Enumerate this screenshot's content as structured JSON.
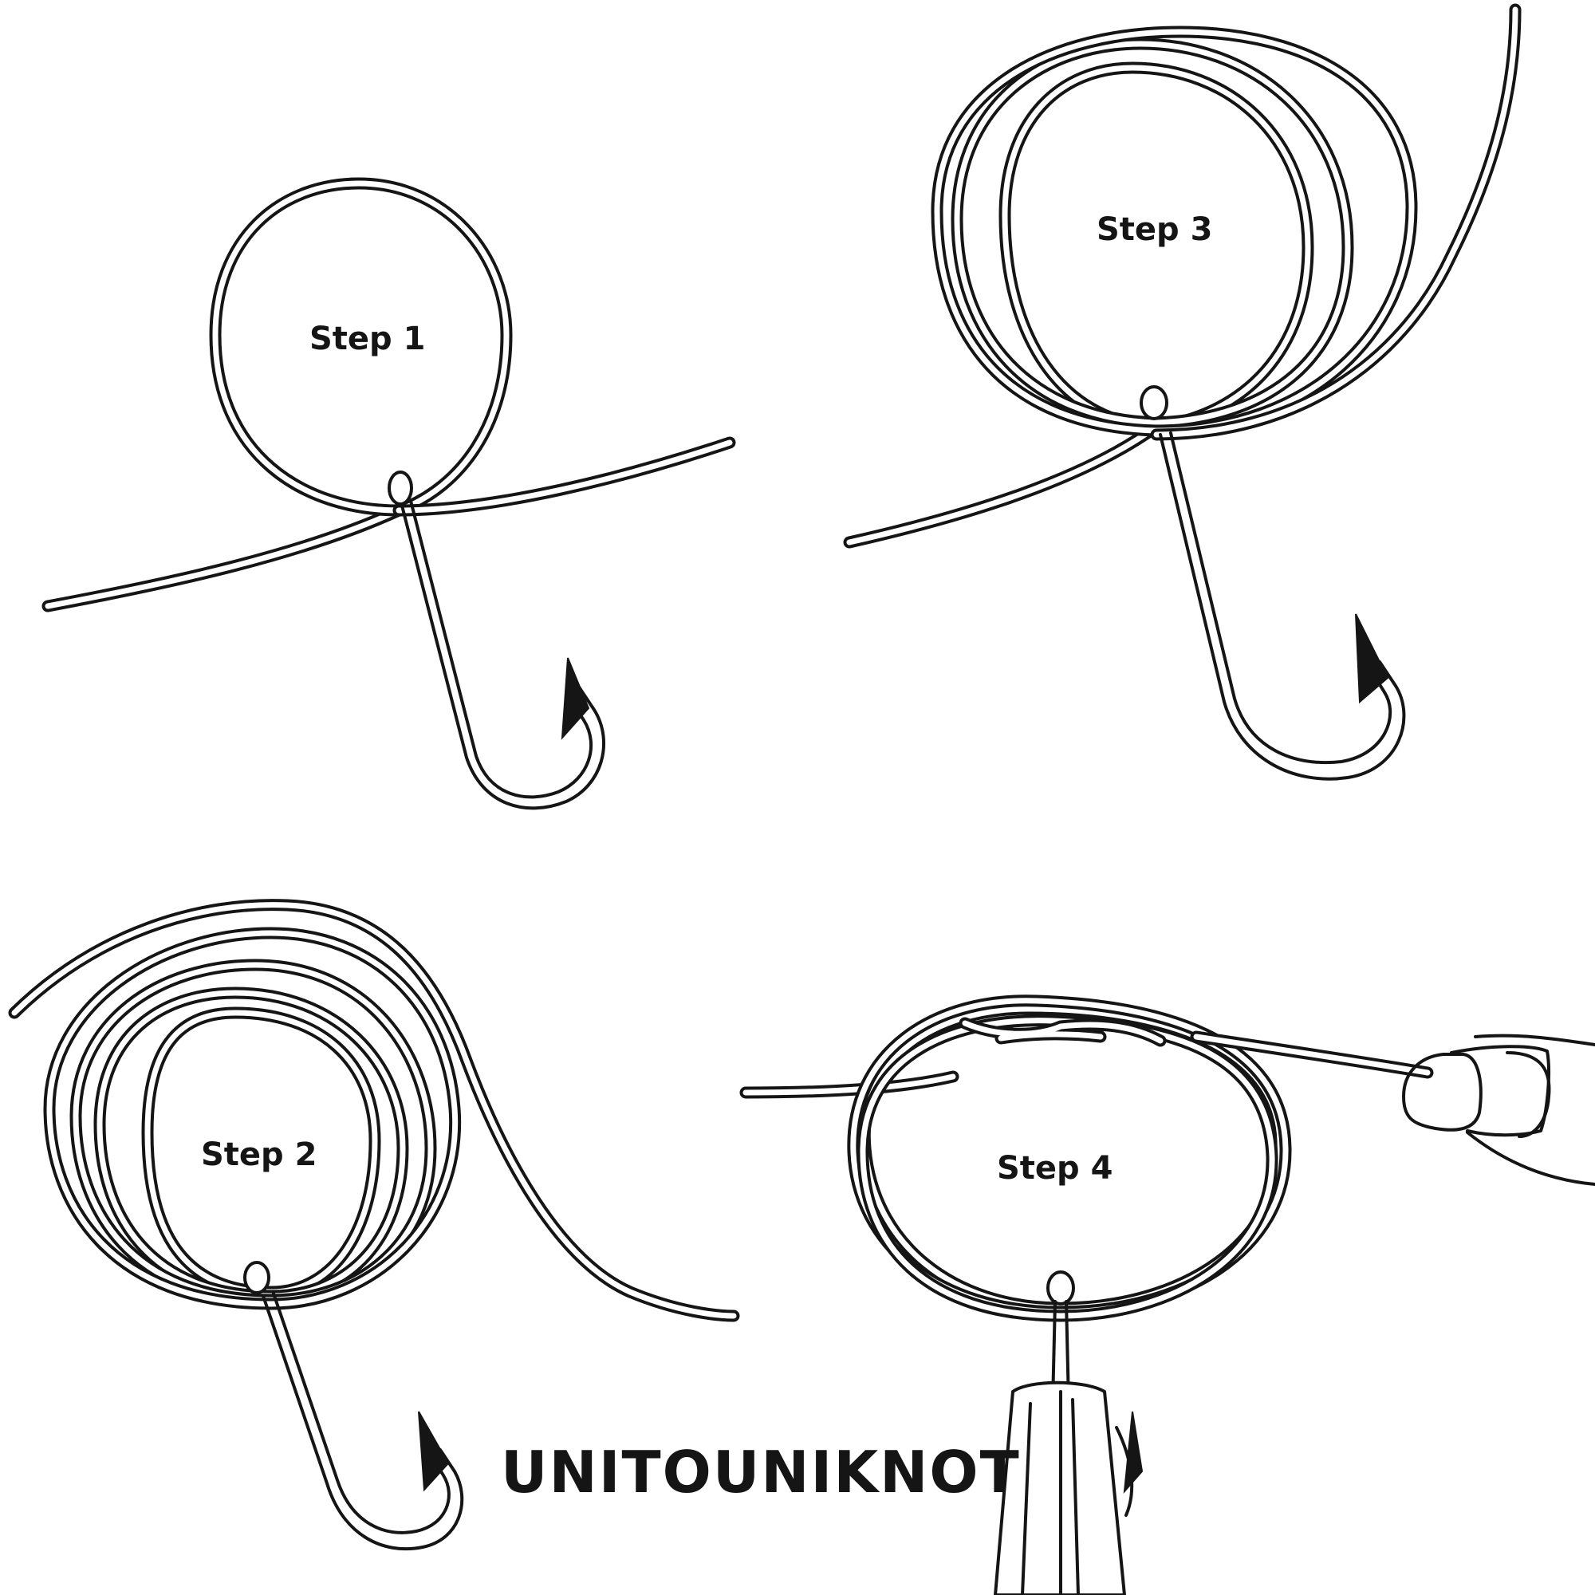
{
  "title": "UNITOUNIKNOT",
  "steps": [
    {
      "label": "Step 1"
    },
    {
      "label": "Step 2"
    },
    {
      "label": "Step 3"
    },
    {
      "label": "Step 4"
    }
  ]
}
